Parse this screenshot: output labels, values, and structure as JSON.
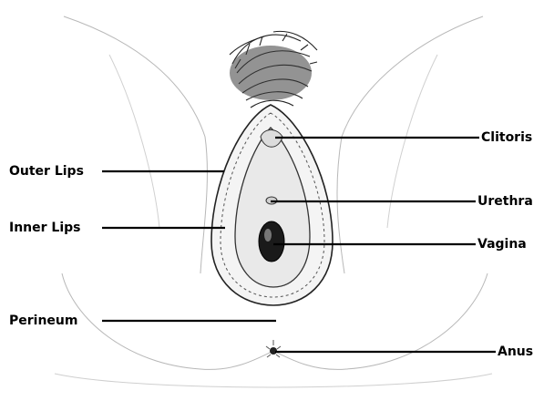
{
  "labels": {
    "outer_lips": "Outer Lips",
    "inner_lips": "Inner Lips",
    "perineum": "Perineum",
    "clitoris": "Clitoris",
    "urethra": "Urethra",
    "vagina": "Vagina",
    "anus": "Anus"
  },
  "colors": {
    "ink": "#000000",
    "sketch": "#9a9a9a",
    "background": "#ffffff"
  }
}
